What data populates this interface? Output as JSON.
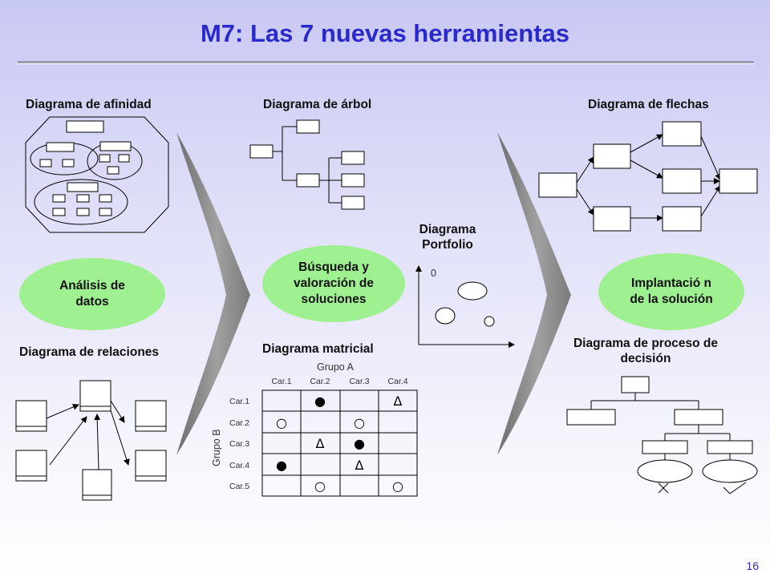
{
  "slide": {
    "title": "M7: Las 7 nuevas herramientas",
    "page_number": "16"
  },
  "labels": {
    "afinidad": "Diagrama de afinidad",
    "arbol": "Diagrama de árbol",
    "flechas": "Diagrama de flechas",
    "relaciones": "Diagrama de relaciones",
    "portfolio": "Diagrama Portfolio",
    "matricial": "Diagrama matricial",
    "proceso": "Diagrama de proceso de decisión"
  },
  "phases": [
    {
      "label": "Análisis de datos"
    },
    {
      "label": "Búsqueda y valoración de soluciones"
    },
    {
      "label": "Implantació n de la solución"
    }
  ],
  "matrix": {
    "group_a": "Grupo A",
    "group_b": "Grupo B",
    "columns": [
      "Car.1",
      "Car.2",
      "Car.3",
      "Car.4"
    ],
    "rows": [
      "Car.1",
      "Car.2",
      "Car.3",
      "Car.4",
      "Car.5"
    ],
    "cells": [
      [
        "",
        "●",
        "",
        "Δ"
      ],
      [
        "○",
        "",
        "○",
        ""
      ],
      [
        "",
        "Δ",
        "●",
        ""
      ],
      [
        "●",
        "",
        "Δ",
        ""
      ],
      [
        "",
        "○",
        "",
        "○"
      ]
    ]
  },
  "portfolio_marker": "0",
  "colors": {
    "title": "#2a2acc",
    "oval_fill": "#9ef090",
    "chevron": "#8a8a8a"
  }
}
